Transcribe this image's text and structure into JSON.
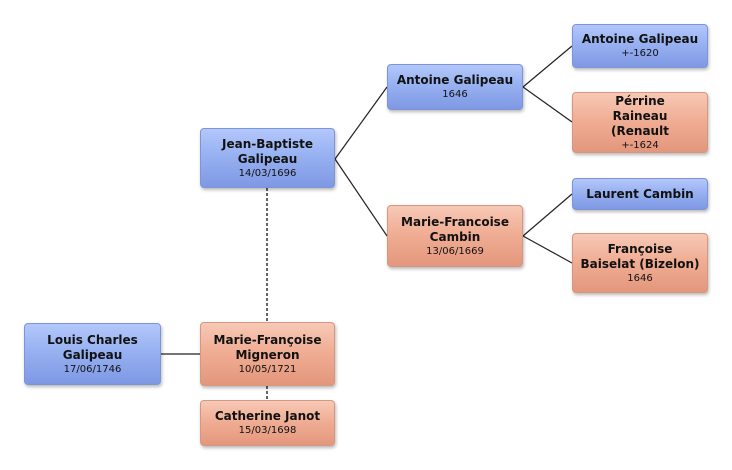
{
  "colors": {
    "male": "#97b1f1",
    "female": "#f0ae95",
    "line": "#222222"
  },
  "people": {
    "louis": {
      "name": "Louis Charles Galipeau",
      "date": "17/06/1746"
    },
    "jean_baptiste": {
      "name": "Jean-Baptiste Galipeau",
      "date": "14/03/1696"
    },
    "marie_francoise_m": {
      "name": "Marie-Françoise Migneron",
      "date": "10/05/1721"
    },
    "catherine": {
      "name": "Catherine Janot",
      "date": "15/03/1698"
    },
    "antoine_1646": {
      "name": "Antoine Galipeau",
      "date": "1646"
    },
    "marie_francoise_c": {
      "name": "Marie-Francoise Cambin",
      "date": "13/06/1669"
    },
    "antoine_1620": {
      "name": "Antoine Galipeau",
      "date": "+-1620"
    },
    "perrine": {
      "name": "Pérrine Raineau (Renault",
      "date": "+-1624"
    },
    "laurent": {
      "name": "Laurent Cambin",
      "date": ""
    },
    "francoise": {
      "name": "Françoise Baiselat (Bizelon)",
      "date": "1646"
    }
  }
}
